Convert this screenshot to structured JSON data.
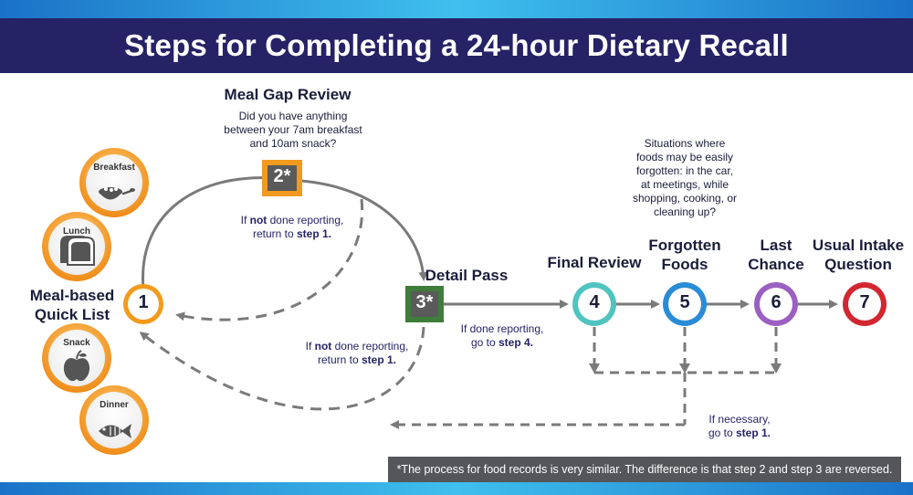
{
  "title": "Steps for Completing a 24-hour Dietary Recall",
  "meals": [
    "Breakfast",
    "Lunch",
    "Snack",
    "Dinner"
  ],
  "quick_list_label": [
    "Meal-based",
    "Quick List"
  ],
  "steps": [
    {
      "number": "1",
      "label": ""
    },
    {
      "number": "2*",
      "label": "Meal Gap Review"
    },
    {
      "number": "3*",
      "label": "Detail Pass"
    },
    {
      "number": "4",
      "label": "Final Review"
    },
    {
      "number": "5",
      "label": [
        "Forgotten",
        "Foods"
      ]
    },
    {
      "number": "6",
      "label": [
        "Last",
        "Chance"
      ]
    },
    {
      "number": "7",
      "label": [
        "Usual Intake",
        "Question"
      ]
    }
  ],
  "notes": {
    "meal_gap_question": [
      "Did you have anything",
      "between your 7am breakfast",
      "and 10am snack?"
    ],
    "step2_not_done": {
      "pre": "If ",
      "bold": "not",
      "post": " done reporting,",
      "line2_pre": "return to ",
      "line2_bold": "step 1.",
      "line2_post": ""
    },
    "step3_not_done": {
      "pre": "If ",
      "bold": "not",
      "post": " done reporting,",
      "line2_pre": "return to ",
      "line2_bold": "step 1.",
      "line2_post": ""
    },
    "step3_done": {
      "line1": "If done reporting,",
      "line2_pre": "go to ",
      "line2_bold": "step 4."
    },
    "forgotten_situations": [
      "Situations where",
      "foods may be easily",
      "forgotten: in the car,",
      "at meetings, while",
      "shopping, cooking, or",
      "cleaning up?"
    ],
    "if_necessary": {
      "line1": "If necessary,",
      "line2_pre": "go to ",
      "line2_bold": "step 1."
    }
  },
  "footnote": "*The process for food records is very similar. The difference is that step 2 and step 3 are reversed.",
  "colors": {
    "title_bar": "#262266",
    "band": "#3fc0ee",
    "arrow": "#7a7a7a",
    "step_orange": "#f39a1e",
    "step_green": "#3f7d3a",
    "step4_teal": "#4fc4c0",
    "step5_blue": "#2a8bd6",
    "step6_purple": "#9b5fc1",
    "step7_red": "#d22630",
    "footnote_bg": "#545659"
  },
  "icons": [
    "bowl-icon",
    "bread-icon",
    "apple-icon",
    "fish-icon"
  ]
}
